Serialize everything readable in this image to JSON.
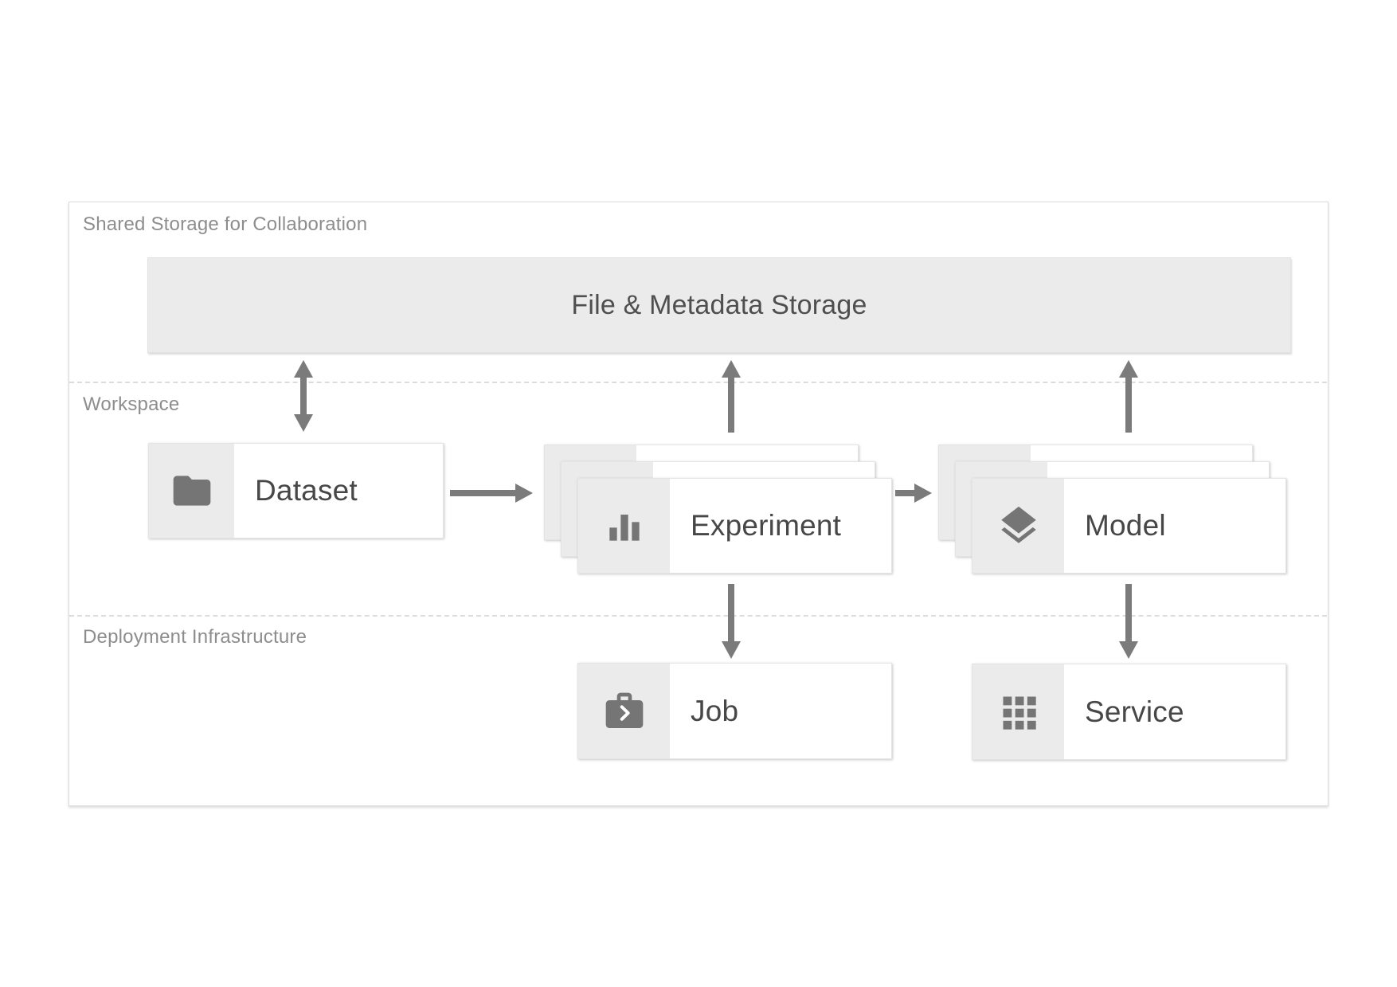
{
  "sections": [
    {
      "id": "shared-storage",
      "label": "Shared Storage for Collaboration"
    },
    {
      "id": "workspace",
      "label": "Workspace"
    },
    {
      "id": "deployment",
      "label": "Deployment Infrastructure"
    }
  ],
  "nodes": {
    "storage": {
      "label": "File & Metadata Storage"
    },
    "dataset": {
      "label": "Dataset",
      "icon": "folder-icon"
    },
    "experiment": {
      "label": "Experiment",
      "icon": "bar-chart-icon",
      "stacked": true
    },
    "model": {
      "label": "Model",
      "icon": "layers-icon",
      "stacked": true
    },
    "job": {
      "label": "Job",
      "icon": "briefcase-icon"
    },
    "service": {
      "label": "Service",
      "icon": "grid-icon"
    }
  },
  "colors": {
    "section_label": "#8d8d8d",
    "node_label": "#474747",
    "panel_fill": "#ebebeb",
    "icon_gray": "#757575",
    "arrow_gray": "#7b7b7b",
    "border_gray": "#e0e0e0"
  }
}
